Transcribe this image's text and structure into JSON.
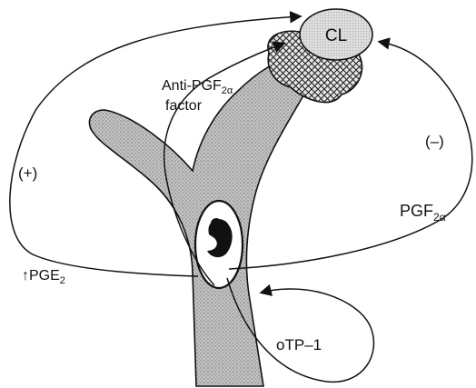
{
  "labels": {
    "cl": "CL",
    "anti_pgf_line1_main": "Anti-PGF",
    "anti_pgf_line1_sub": "2α",
    "anti_pgf_line2": "factor",
    "plus": "(+)",
    "minus": "(–)",
    "pgf_main": "PGF",
    "pgf_sub": "2α",
    "pge_prefix": "↑",
    "pge_main": "PGE",
    "pge_sub": "2",
    "otp": "oTP–1"
  },
  "colors": {
    "ink": "#111111",
    "cl_fill": "#d9d9d9",
    "uterus_fill": "#bdbdbd",
    "ovary_fill": "#e0e0e0",
    "background": "#ffffff"
  }
}
